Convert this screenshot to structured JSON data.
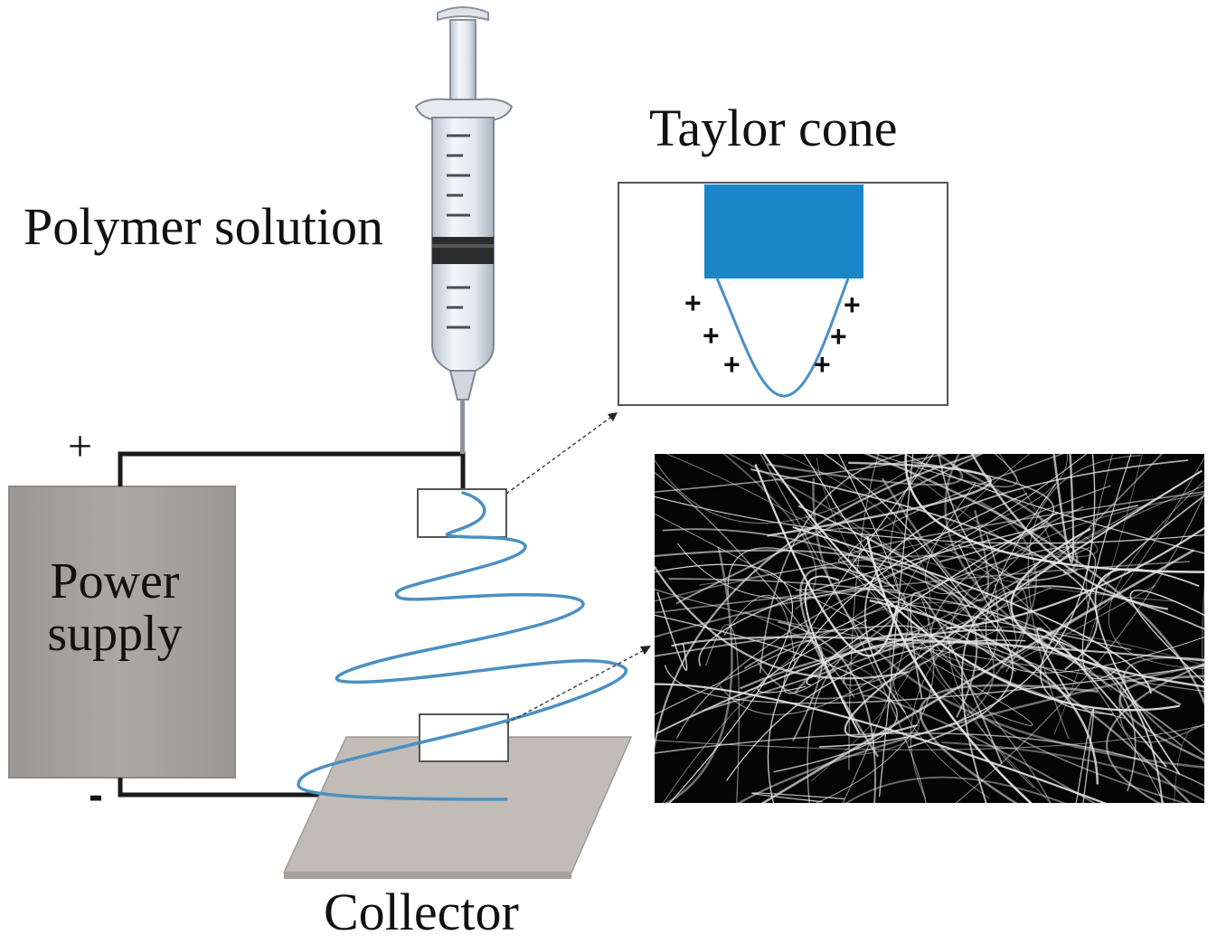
{
  "labels": {
    "polymer_solution": "Polymer solution",
    "taylor_cone": "Taylor cone",
    "power_supply": "Power supply",
    "collector": "Collector",
    "positive": "+",
    "negative": "-"
  },
  "taylor_cone_charges": [
    "+",
    "+",
    "+",
    "+",
    "+",
    "+"
  ],
  "colors": {
    "jet": "#4a90c2",
    "nozzle_block": "#1a86c8",
    "power_supply": "#a6a29f",
    "collector": "#c2bcb6",
    "wire": "#1a1a1a",
    "fiber_background": "#050505",
    "fiber": "#e6e6e6"
  },
  "icons": {
    "syringe": "syringe-icon",
    "fiber_mat": "nanofiber-mat-image"
  }
}
